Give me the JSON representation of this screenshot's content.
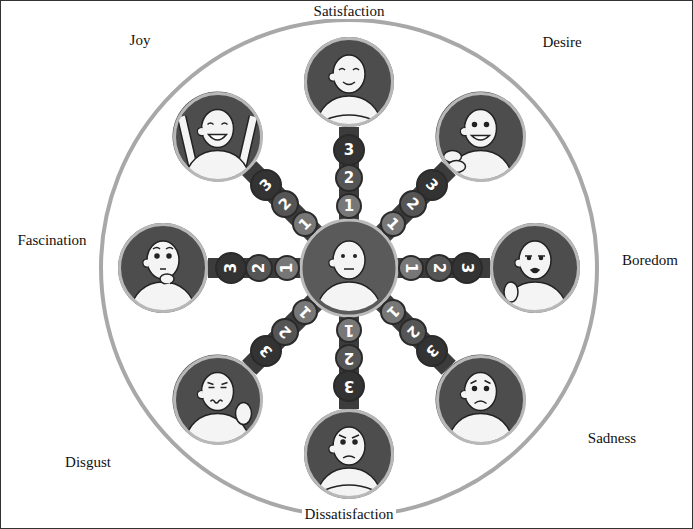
{
  "diagram": {
    "nodes": [
      {
        "text": [
          "Satisfaction"
        ]
      },
      {
        "text": [
          "3"
        ]
      },
      {
        "text": [
          "2"
        ]
      },
      {
        "text": [
          "1"
        ]
      },
      {
        "text": [
          "Desire"
        ]
      },
      {
        "text": [
          "3"
        ]
      },
      {
        "text": [
          "2"
        ]
      },
      {
        "text": [
          "1"
        ]
      },
      {
        "text": [
          "Boredom"
        ]
      },
      {
        "text": [
          "3"
        ]
      },
      {
        "text": [
          "2"
        ]
      },
      {
        "text": [
          "1"
        ]
      },
      {
        "text": [
          "Sadness"
        ]
      },
      {
        "text": [
          "3"
        ]
      },
      {
        "text": [
          "2"
        ]
      },
      {
        "text": [
          "1"
        ]
      },
      {
        "text": [
          "Dissatisfaction"
        ]
      },
      {
        "text": [
          "3"
        ]
      },
      {
        "text": [
          "2"
        ]
      },
      {
        "text": [
          "1"
        ]
      },
      {
        "text": [
          "Disgust"
        ]
      },
      {
        "text": [
          "3"
        ]
      },
      {
        "text": [
          "2"
        ]
      },
      {
        "text": [
          "1"
        ]
      },
      {
        "text": [
          "Fascination"
        ]
      },
      {
        "text": [
          "3"
        ]
      },
      {
        "text": [
          "2"
        ]
      },
      {
        "text": [
          "1"
        ]
      },
      {
        "text": [
          "Joy"
        ]
      },
      {
        "text": [
          "3"
        ]
      },
      {
        "text": [
          "2"
        ]
      },
      {
        "text": [
          "1"
        ]
      }
    ]
  }
}
